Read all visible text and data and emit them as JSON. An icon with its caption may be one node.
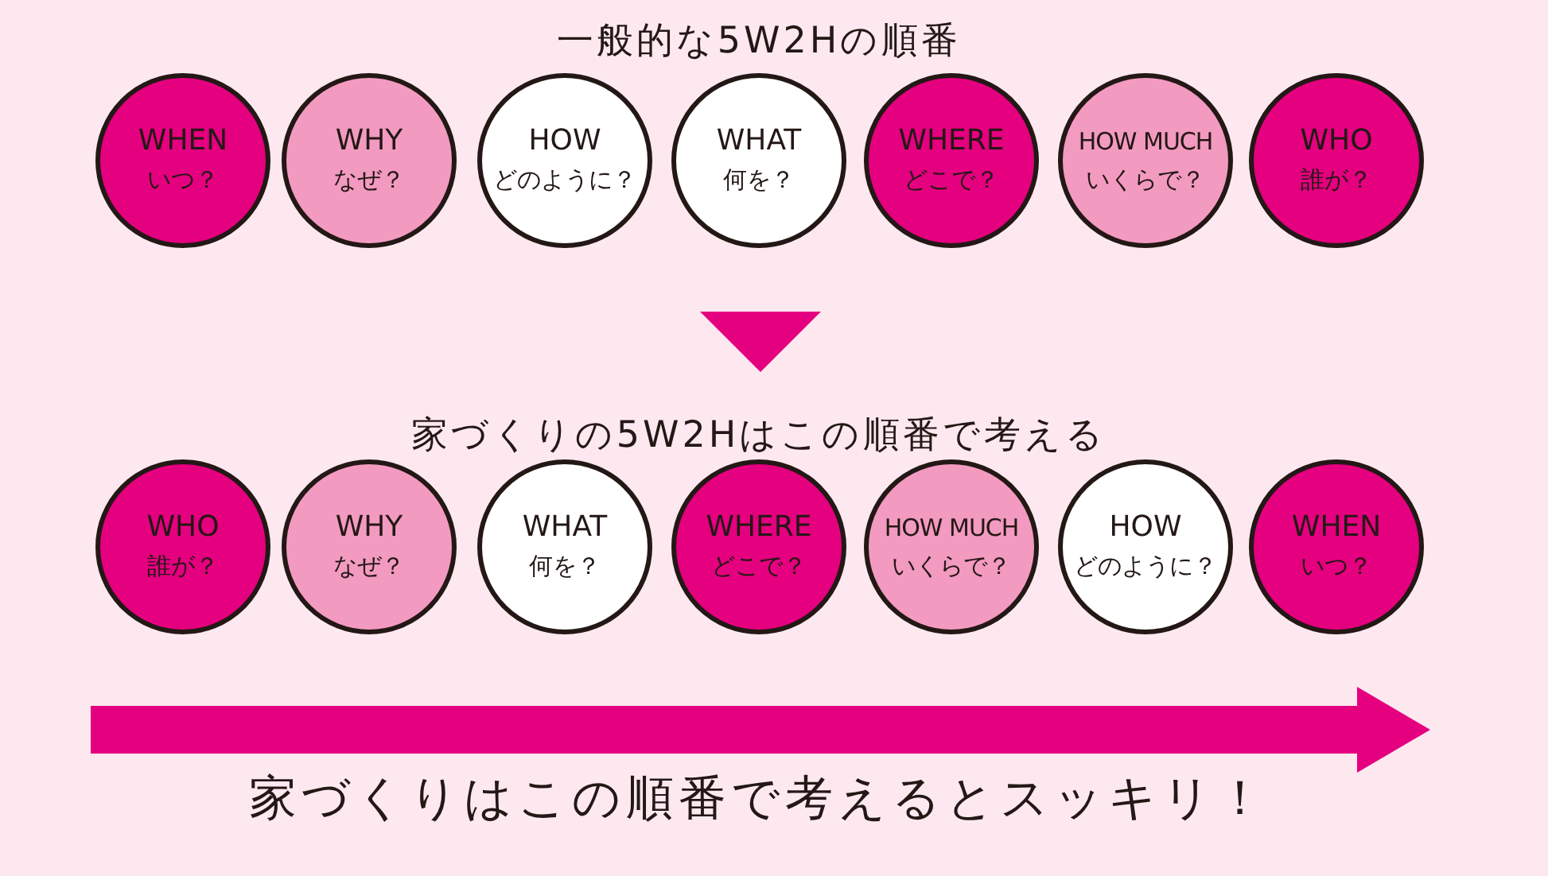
{
  "diagram": {
    "caption": "家づくりはこの順番で考えるとスッキリ！",
    "nodes": [
      {
        "text": [
          "WHEN",
          "いつ？"
        ]
      },
      {
        "text": [
          "WHY",
          "なぜ？"
        ]
      },
      {
        "text": [
          "HOW",
          "どのように？"
        ]
      },
      {
        "text": [
          "WHAT",
          "何を？"
        ]
      },
      {
        "text": [
          "WHERE",
          "どこで？"
        ]
      },
      {
        "text": [
          "HOW MUCH",
          "いくらで？"
        ]
      },
      {
        "text": [
          "WHO",
          "誰が？"
        ]
      },
      {
        "text": [
          "WHO",
          "誰が？"
        ]
      },
      {
        "text": [
          "WHY",
          "なぜ？"
        ]
      },
      {
        "text": [
          "WHAT",
          "何を？"
        ]
      },
      {
        "text": [
          "WHERE",
          "どこで？"
        ]
      },
      {
        "text": [
          "HOW MUCH",
          "いくらで？"
        ]
      },
      {
        "text": [
          "HOW",
          "どのように？"
        ]
      },
      {
        "text": [
          "WHEN",
          "いつ？"
        ]
      }
    ],
    "edges": [],
    "labels": [
      "一般的な5W2Hの順番",
      "家づくりの5W2Hはこの順番で考える"
    ]
  }
}
